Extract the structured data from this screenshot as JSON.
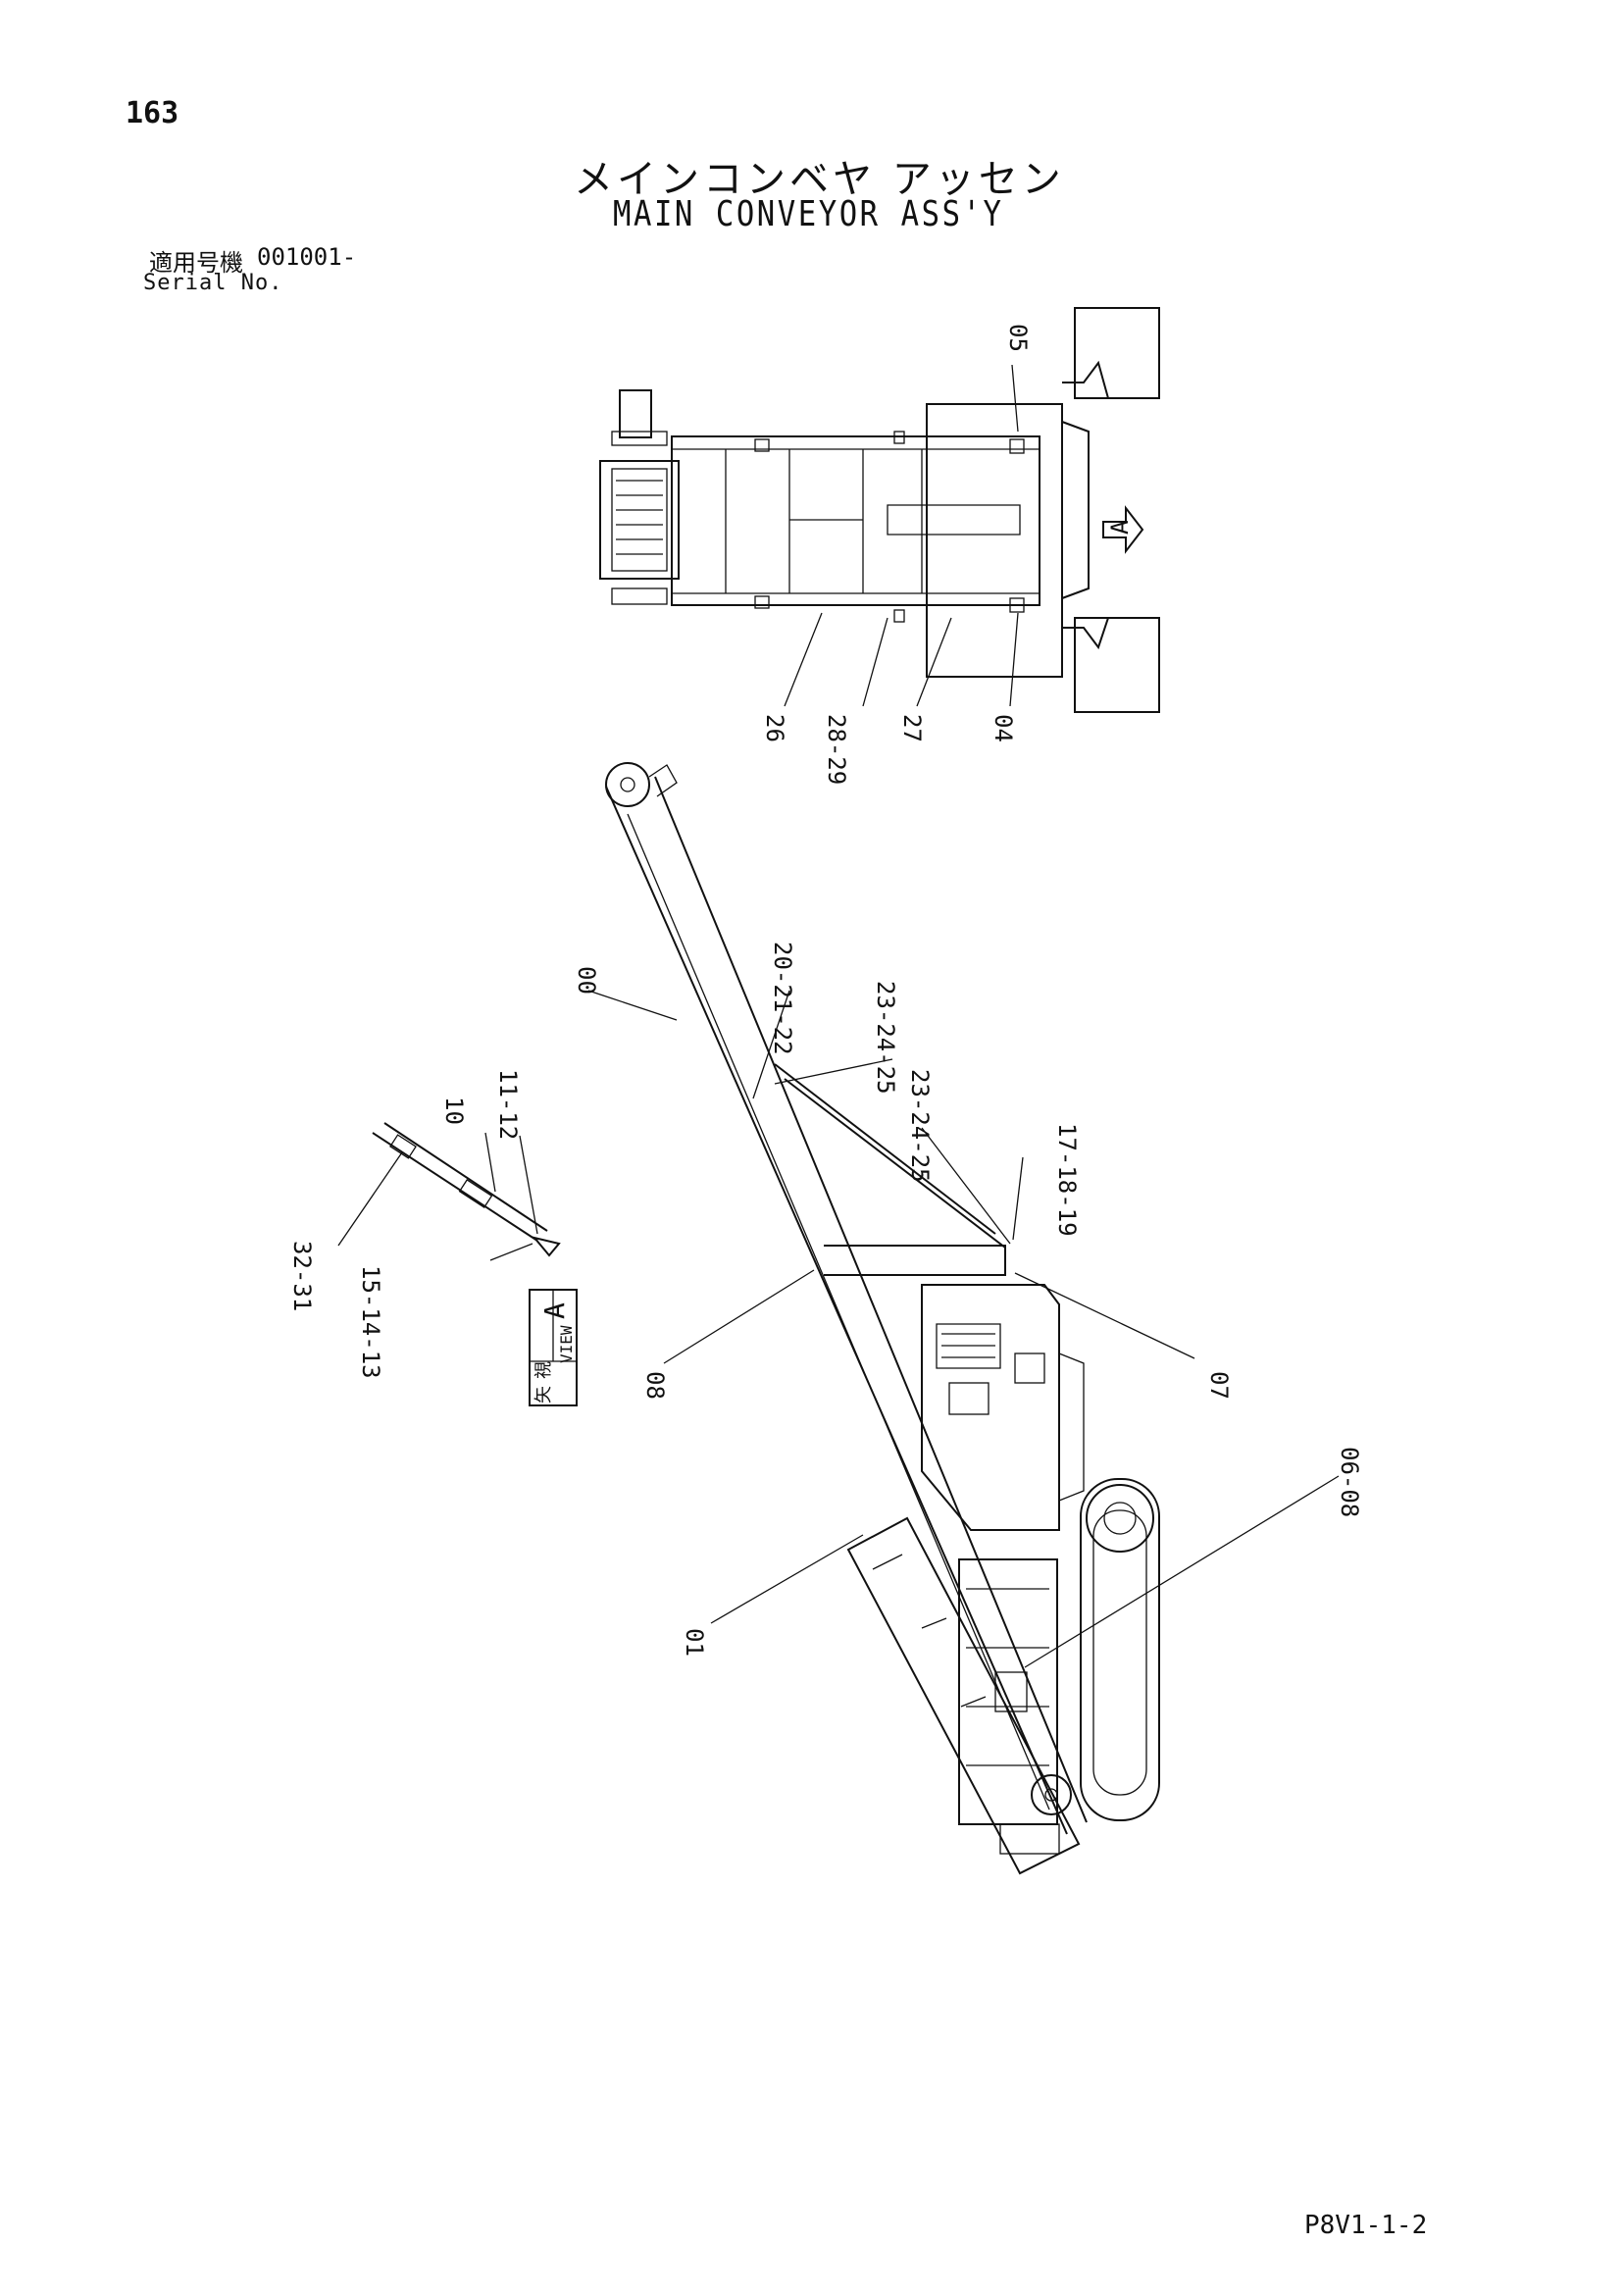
{
  "header": {
    "page_number": "163",
    "title_jp": "メインコンベヤ アッセン",
    "title_en": "MAIN CONVEYOR ASS'Y",
    "serial_label_jp": "適用号機",
    "serial_value": "001001-",
    "serial_label_en": "Serial No."
  },
  "view_marker": {
    "label_jp_1": "矢",
    "label_jp_2": "視",
    "label_en": "VIEW",
    "letter": "A",
    "arrow_letter": "A"
  },
  "callouts": {
    "top_view": [
      "05",
      "26",
      "28-29",
      "27",
      "04"
    ],
    "main_view": [
      "00",
      "20-21-22",
      "23-24-25",
      "23-24-25",
      "17-18-19",
      "08",
      "07",
      "06-08",
      "01"
    ],
    "detail_a": [
      "10",
      "11-12",
      "32-31",
      "15-14-13"
    ]
  },
  "footer": {
    "doc_code": "P8V1-1-2"
  }
}
